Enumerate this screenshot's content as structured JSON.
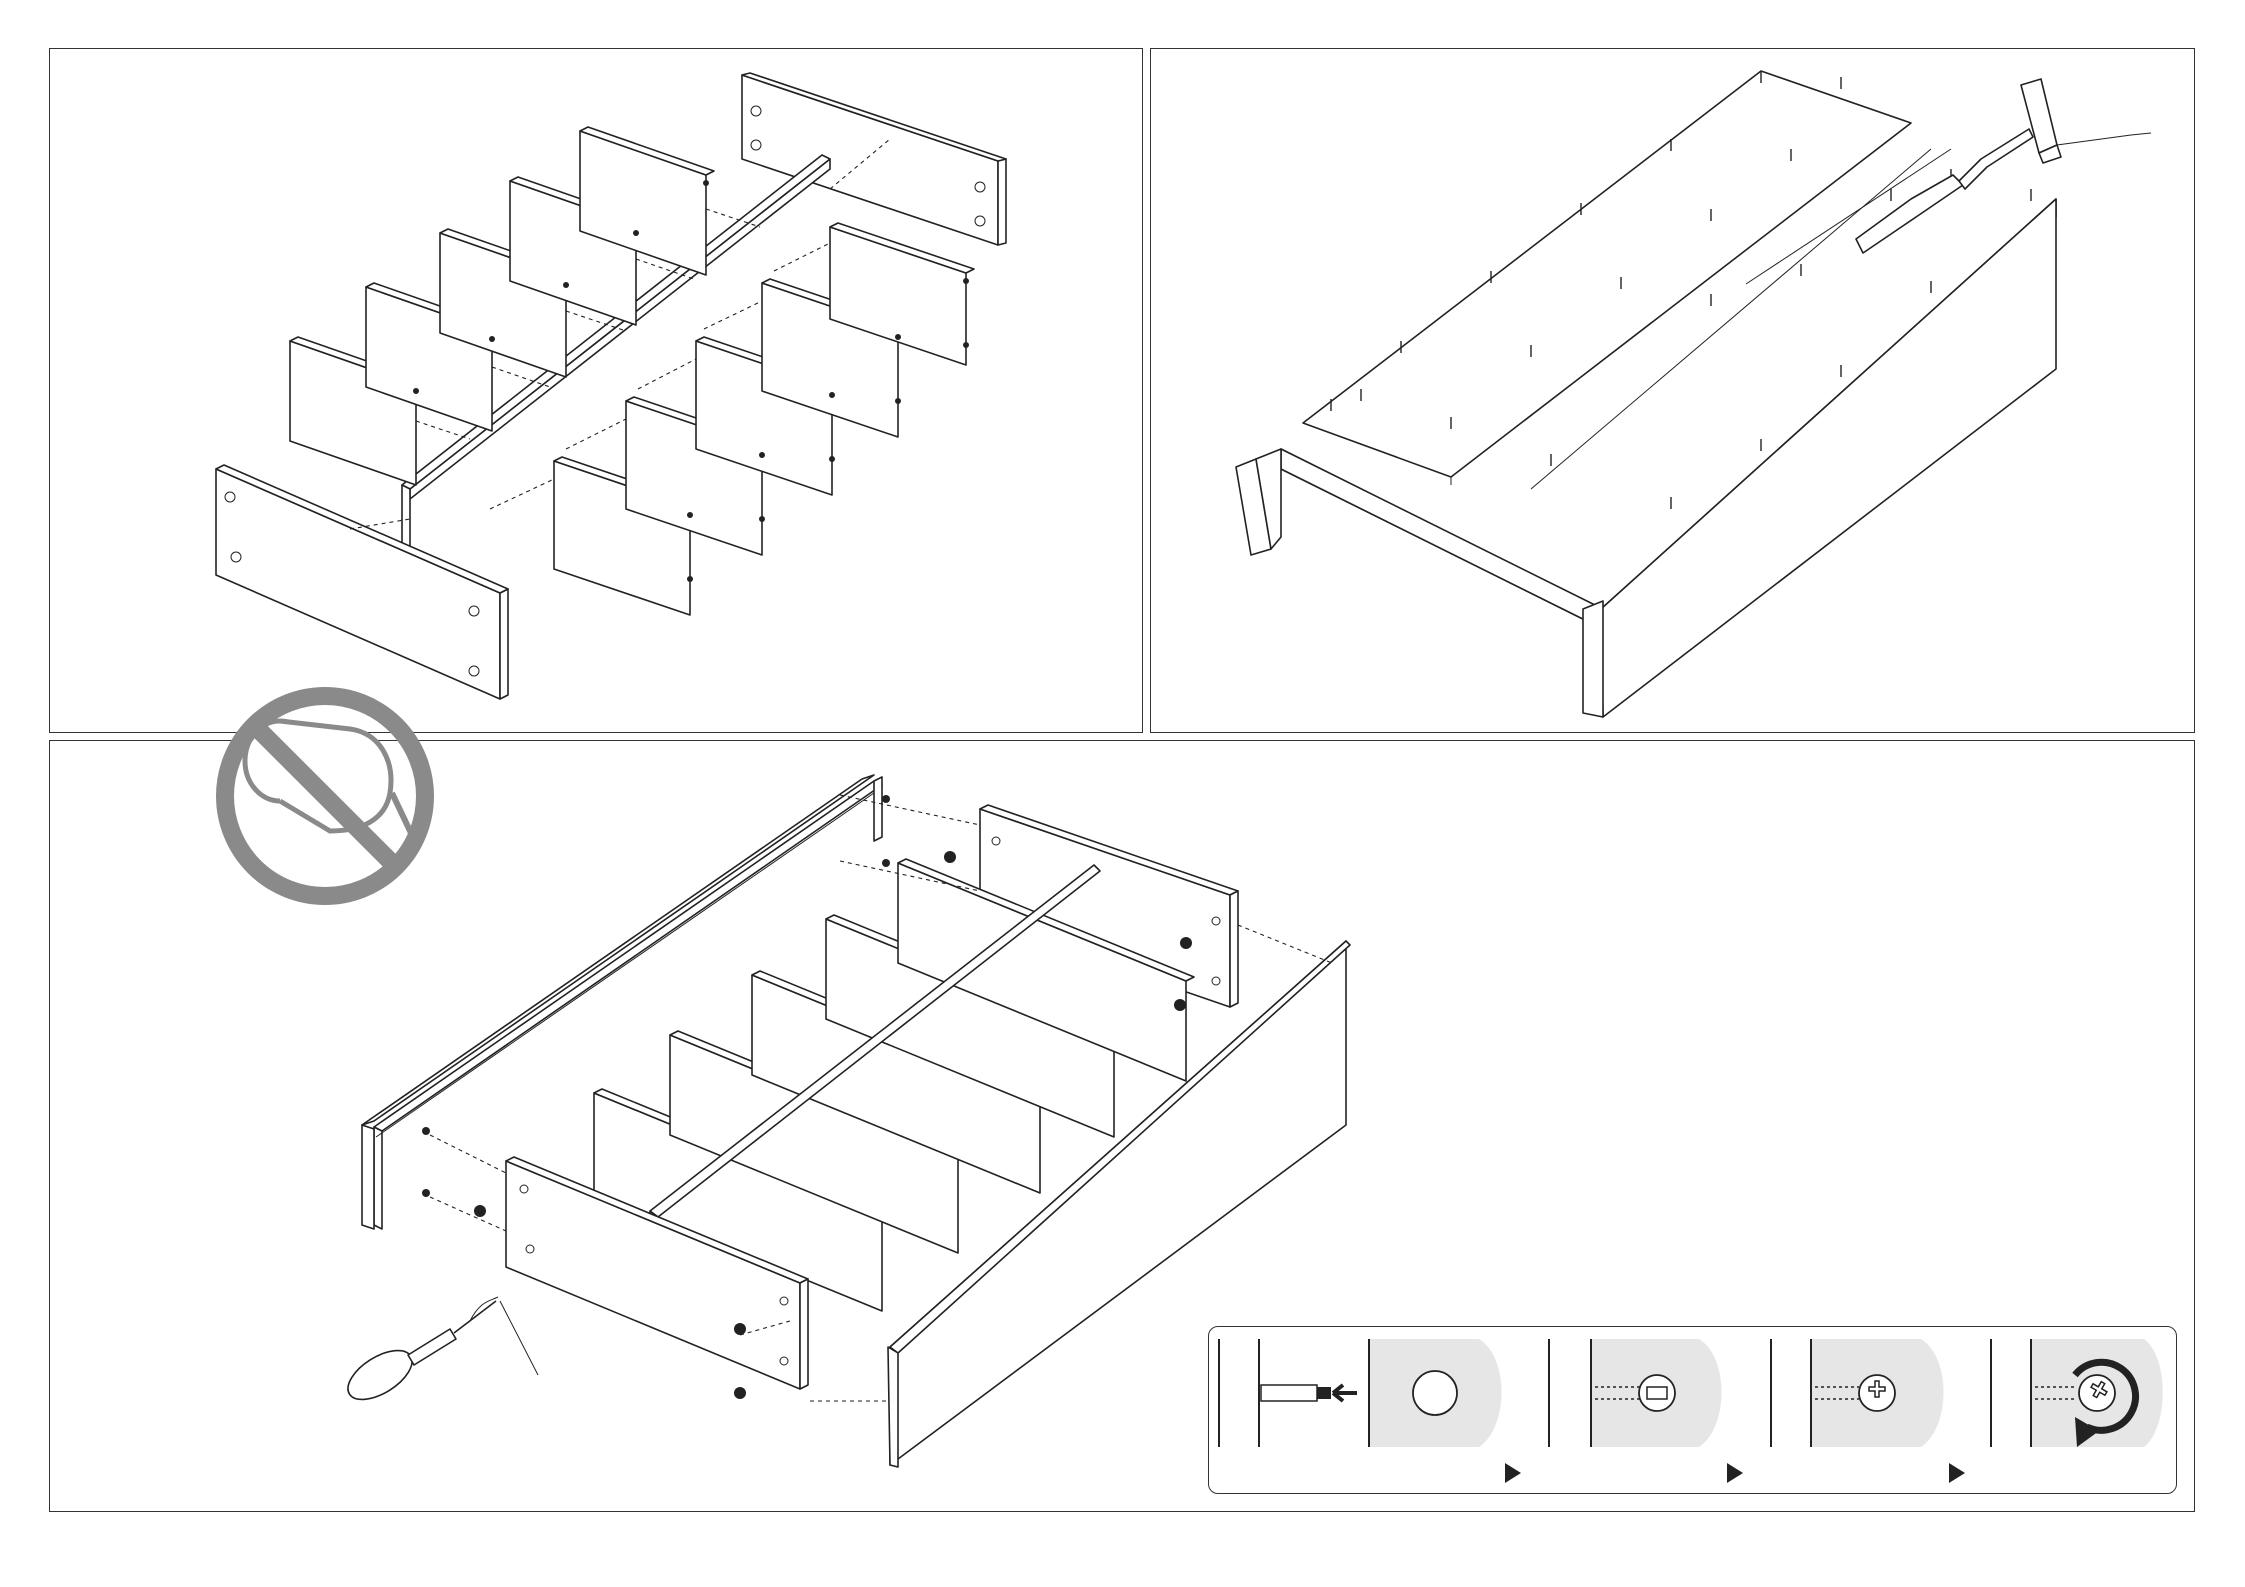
{
  "page": {
    "background": "#ffffff",
    "line_color": "#222222",
    "warning_color": "#8a8a8a",
    "step_bg": "#e6e6e6"
  },
  "steps": [
    {
      "id": "assemble-dividers",
      "icon": "divider-grid-exploded"
    },
    {
      "id": "nail-back-panel",
      "icon": "hammer-and-nails"
    },
    {
      "id": "attach-to-frame",
      "icon": "screwdriver-cam-lock"
    }
  ],
  "warnings": [
    {
      "icon": "no-glue-icon"
    }
  ],
  "cam_lock_sequence": {
    "frames": [
      "insert-dowel",
      "insert-cam",
      "align-cam",
      "turn-cam"
    ],
    "arrow_icon": "play-triangle-icon"
  }
}
